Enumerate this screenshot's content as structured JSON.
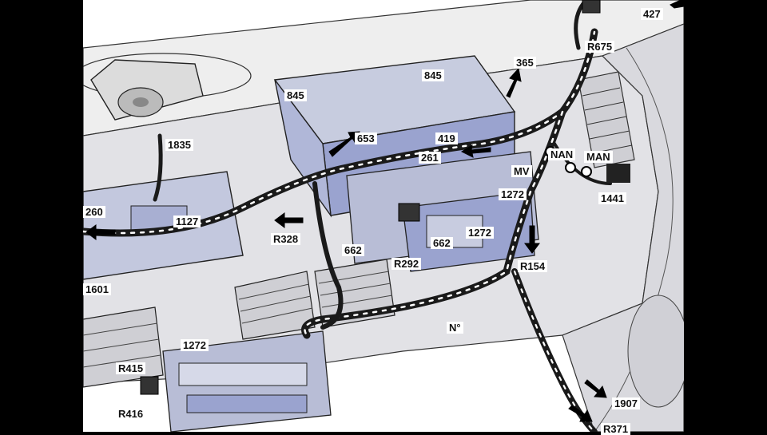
{
  "colors": {
    "background": "#000000",
    "panel": "#ffffff",
    "dashboard": "#e6e6e6",
    "trim": "#cfcfd4",
    "highlight": "#9aa3cf",
    "harness": "#1a1a1a",
    "outline": "#333333"
  },
  "callouts": {
    "c427": "427",
    "r675": "R675",
    "c365": "365",
    "c845a": "845",
    "c845b": "845",
    "c1835": "1835",
    "c653": "653",
    "c419": "419",
    "c261": "261",
    "nan": "NAN",
    "man": "MAN",
    "mv": "MV",
    "c1272a": "1272",
    "c1441": "1441",
    "c260": "260",
    "c1127": "1127",
    "r328": "R328",
    "c662a": "662",
    "c662b": "662",
    "c1272b": "1272",
    "r292": "R292",
    "r154": "R154",
    "c1601": "1601",
    "no": "N°",
    "c1272c": "1272",
    "r415": "R415",
    "r416": "R416",
    "c1907": "1907",
    "r371": "R371"
  }
}
